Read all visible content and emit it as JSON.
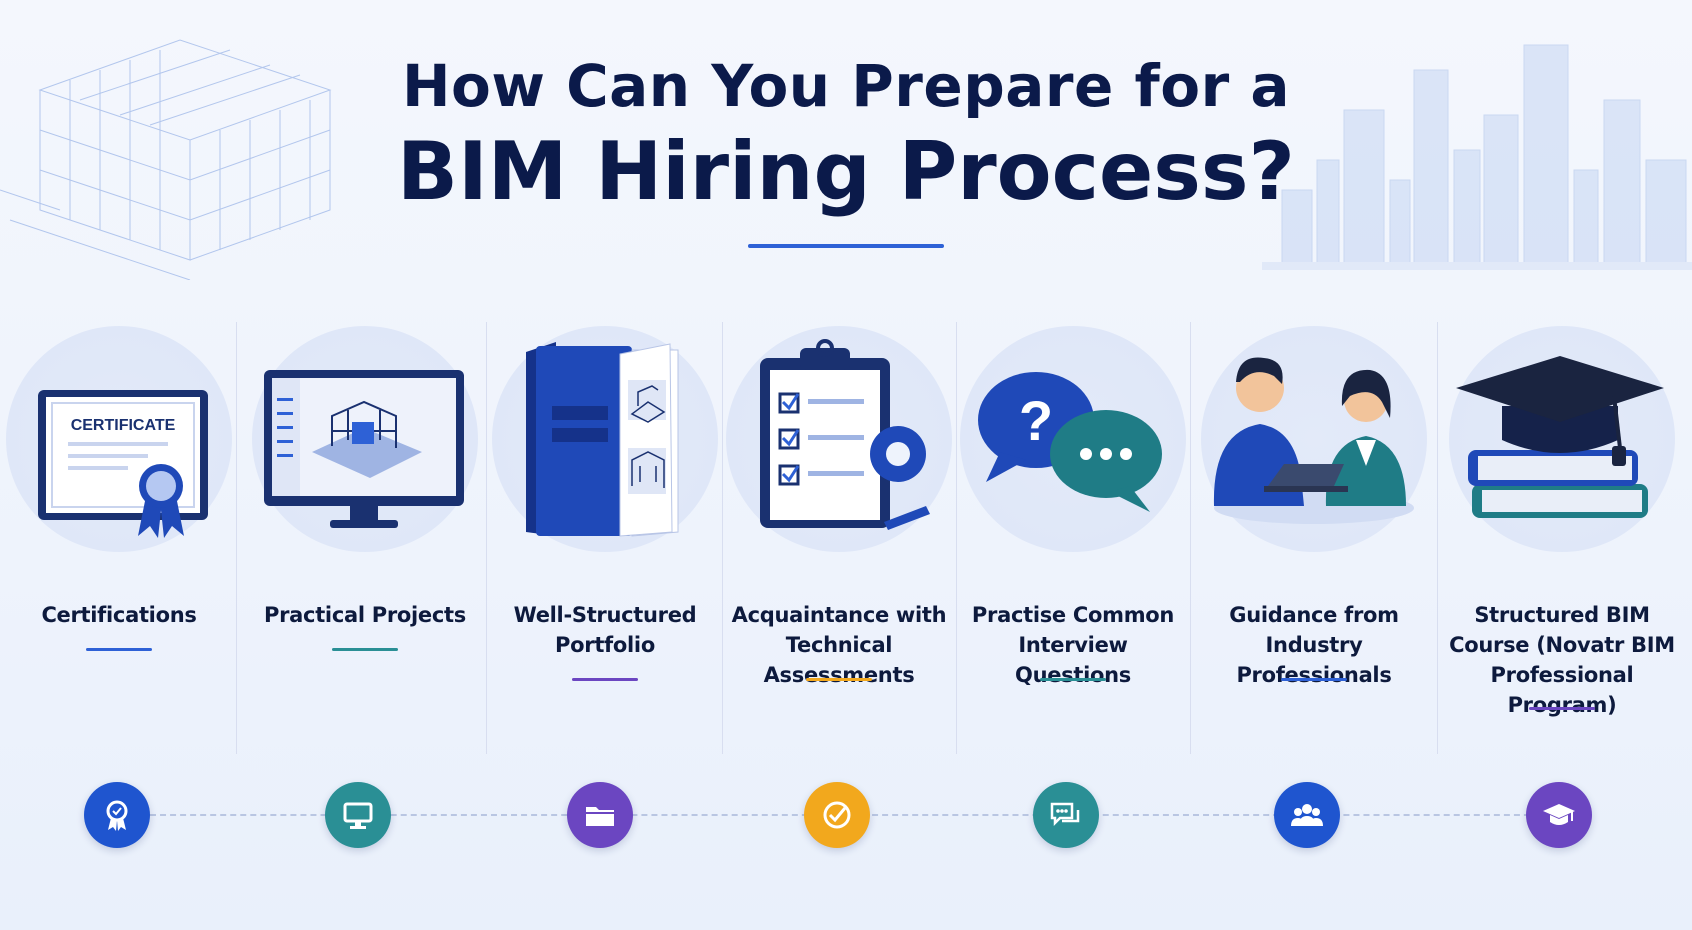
{
  "header": {
    "title_line1": "How Can You Prepare for a",
    "title_line2": "BIM Hiring Process?"
  },
  "steps": [
    {
      "label": "Certifications",
      "certificate_text": "CERTIFICATE",
      "accent": "#2e61d6",
      "illustration": "certificate-with-ribbon",
      "badge_icon": "award-badge-icon"
    },
    {
      "label": "Practical Projects",
      "accent": "#2a8f95",
      "illustration": "monitor-with-3d-building",
      "badge_icon": "monitor-icon"
    },
    {
      "label": "Well-Structured Portfolio",
      "accent": "#6b46c1",
      "illustration": "open-portfolio-book",
      "badge_icon": "folder-icon"
    },
    {
      "label": "Acquaintance with Technical Assessments",
      "accent": "#f2a81d",
      "illustration": "clipboard-checklist-gear",
      "badge_icon": "check-circle-icon"
    },
    {
      "label": "Practise Common Interview Questions",
      "accent": "#2a8f95",
      "illustration": "speech-bubbles",
      "badge_icon": "chat-bubbles-icon"
    },
    {
      "label": "Guidance from Industry Professionals",
      "accent": "#2e61d6",
      "illustration": "mentor-and-student",
      "badge_icon": "people-group-icon"
    },
    {
      "label": "Structured BIM Course (Novatr BIM Professional Program)",
      "accent": "#6b46c1",
      "illustration": "graduation-cap-on-books",
      "badge_icon": "graduation-cap-icon"
    }
  ]
}
